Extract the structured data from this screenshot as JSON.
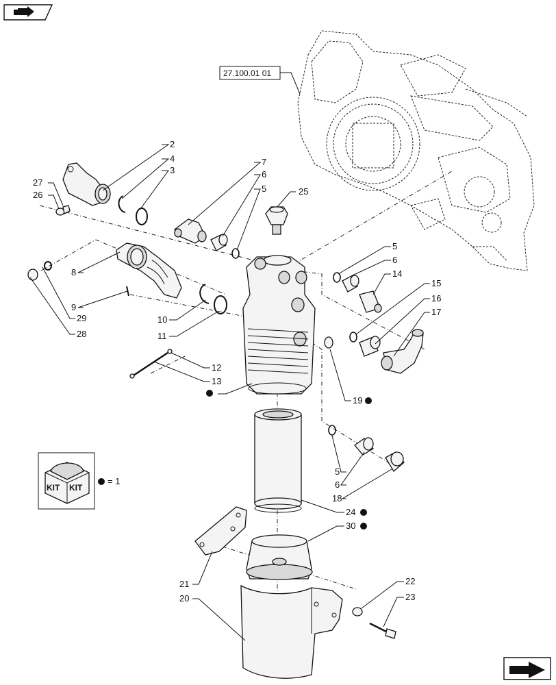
{
  "reference_box": {
    "label": "27.100.01 01"
  },
  "kit_legend": {
    "kit_text_left": "KIT",
    "kit_text_right": "KIT",
    "equals_text": "= 1"
  },
  "callouts": [
    {
      "id": "c2",
      "text": "2"
    },
    {
      "id": "c4",
      "text": "4"
    },
    {
      "id": "c3",
      "text": "3"
    },
    {
      "id": "c27",
      "text": "27"
    },
    {
      "id": "c26",
      "text": "26"
    },
    {
      "id": "c7",
      "text": "7"
    },
    {
      "id": "c6a",
      "text": "6"
    },
    {
      "id": "c5a",
      "text": "5"
    },
    {
      "id": "c25",
      "text": "25"
    },
    {
      "id": "c8",
      "text": "8"
    },
    {
      "id": "c9",
      "text": "9"
    },
    {
      "id": "c29",
      "text": "29"
    },
    {
      "id": "c28",
      "text": "28"
    },
    {
      "id": "c10",
      "text": "10"
    },
    {
      "id": "c11",
      "text": "11"
    },
    {
      "id": "c5b",
      "text": "5"
    },
    {
      "id": "c6b",
      "text": "6"
    },
    {
      "id": "c14",
      "text": "14"
    },
    {
      "id": "c15",
      "text": "15"
    },
    {
      "id": "c16",
      "text": "16"
    },
    {
      "id": "c17",
      "text": "17"
    },
    {
      "id": "c12",
      "text": "12"
    },
    {
      "id": "c13",
      "text": "13"
    },
    {
      "id": "c19",
      "text": "19"
    },
    {
      "id": "c5c",
      "text": "5"
    },
    {
      "id": "c6c",
      "text": "6"
    },
    {
      "id": "c18",
      "text": "18"
    },
    {
      "id": "c24",
      "text": "24"
    },
    {
      "id": "c30",
      "text": "30"
    },
    {
      "id": "c21",
      "text": "21"
    },
    {
      "id": "c20",
      "text": "20"
    },
    {
      "id": "c22",
      "text": "22"
    },
    {
      "id": "c23",
      "text": "23"
    }
  ],
  "icons": {
    "top_left": "book-arrow-icon",
    "bottom_right": "next-page-arrow-icon",
    "kit_dot": "kit-dot-icon"
  }
}
